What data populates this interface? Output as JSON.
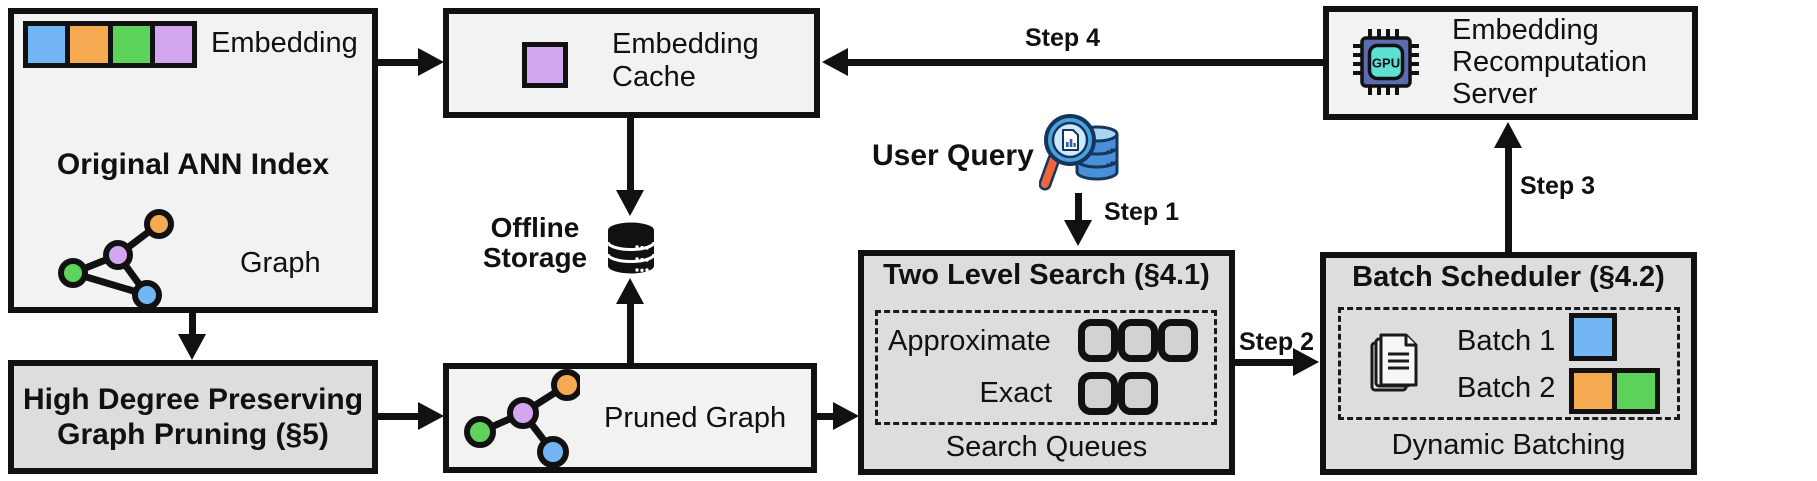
{
  "palette": {
    "blue": "#73b6f5",
    "orange": "#f6ab52",
    "green": "#5cd45c",
    "purple": "#d2a7ef",
    "gpu_body": "#5b6cb0",
    "gpu_inner": "#5fe0d5",
    "query_db": "#4a90d9",
    "query_db_top": "#aad4f5",
    "query_lens": "#cdeafc",
    "query_rim": "#4aa3dc",
    "query_handle": "#f2633c",
    "box_light": "#f2f2f2",
    "box_dark": "#dddddd",
    "outline": "#111111"
  },
  "nodes": {
    "original_ann_index": {
      "embedding_label": "Embedding",
      "title": "Original ANN Index",
      "graph_label": "Graph"
    },
    "embedding_cache": {
      "label": "Embedding Cache"
    },
    "offline_storage": {
      "label": "Offline Storage"
    },
    "high_degree_pruning": {
      "line1": "High Degree Preserving",
      "line2": "Graph Pruning (§5)"
    },
    "pruned_graph": {
      "label": "Pruned Graph"
    },
    "user_query": {
      "label": "User Query"
    },
    "two_level_search": {
      "title": "Two Level Search (§4.1)",
      "approximate_label": "Approximate",
      "exact_label": "Exact",
      "approximate_queue_count": 3,
      "exact_queue_count": 2,
      "footer": "Search Queues"
    },
    "batch_scheduler": {
      "title": "Batch Scheduler (§4.2)",
      "batch1_label": "Batch 1",
      "batch2_label": "Batch 2",
      "footer": "Dynamic Batching"
    },
    "recomputation_server": {
      "label": "Embedding Recomputation Server",
      "chip_label": "GPU"
    }
  },
  "arrows": {
    "step1": "Step 1",
    "step2": "Step 2",
    "step3": "Step 3",
    "step4": "Step 4"
  }
}
